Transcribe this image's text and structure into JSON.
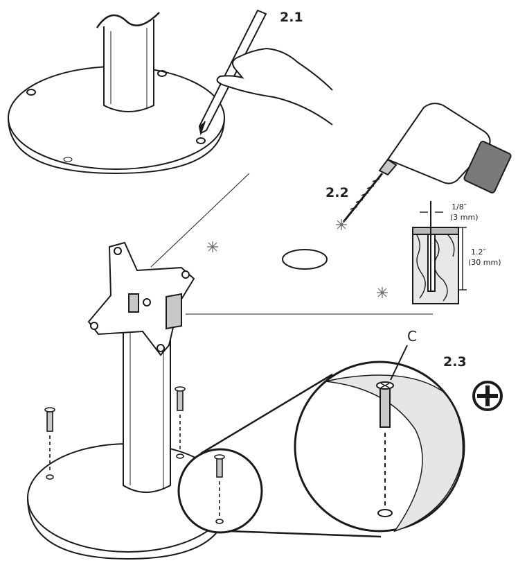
{
  "steps": {
    "mark": "2.1",
    "drill": "2.2",
    "screw": "2.3"
  },
  "drill_spec": {
    "diameter_in": "1/8″",
    "diameter_mm": "(3 mm)",
    "depth_in": "1.2″",
    "depth_mm": "(30 mm)"
  },
  "part_callout": "C",
  "icons": {
    "screwdriver": "phillips-screwdriver-icon",
    "pencil": "pencil-icon",
    "drill": "power-drill-icon",
    "hole_mark": "asterisk-mark-icon"
  },
  "colors": {
    "line": "#1a1a1a",
    "metal_gray": "#c8c8c8",
    "shade": "#e6e6e6"
  }
}
